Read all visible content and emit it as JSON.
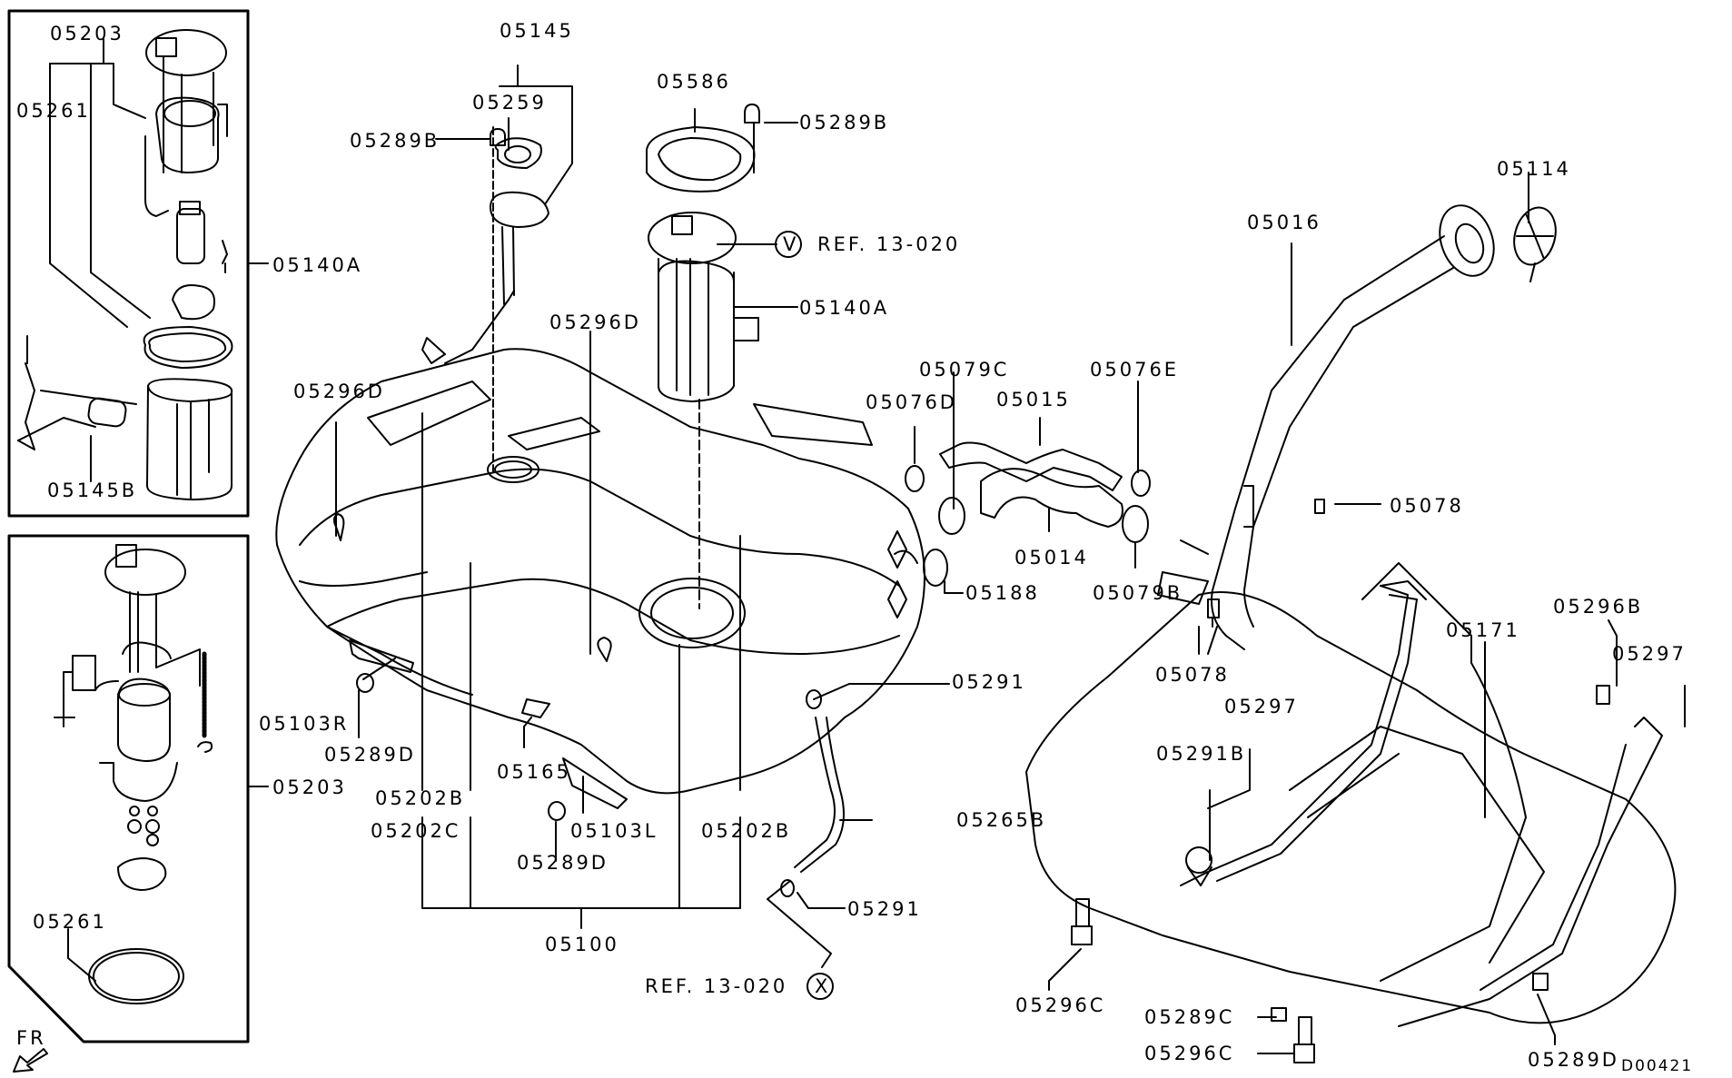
{
  "diagram": {
    "type": "exploded parts diagram",
    "subject": "Fuel tank assembly",
    "figure_code": "D00421",
    "direction_indicator": "FR",
    "refs": [
      {
        "marker": "V",
        "text": "REF. 13-020"
      },
      {
        "marker": "X",
        "text": "REF. 13-020"
      }
    ],
    "parts": [
      {
        "id": "p1",
        "code": "05203"
      },
      {
        "id": "p2",
        "code": "05261"
      },
      {
        "id": "p3",
        "code": "05140A"
      },
      {
        "id": "p4",
        "code": "05145B"
      },
      {
        "id": "p5",
        "code": "05203"
      },
      {
        "id": "p6",
        "code": "05261"
      },
      {
        "id": "p7",
        "code": "05145"
      },
      {
        "id": "p8",
        "code": "05259"
      },
      {
        "id": "p9",
        "code": "05289B"
      },
      {
        "id": "p10",
        "code": "05586"
      },
      {
        "id": "p11",
        "code": "05289B"
      },
      {
        "id": "p12",
        "code": "05140A"
      },
      {
        "id": "p13",
        "code": "05296D"
      },
      {
        "id": "p14",
        "code": "05296D"
      },
      {
        "id": "p15",
        "code": "05114"
      },
      {
        "id": "p16",
        "code": "05016"
      },
      {
        "id": "p17",
        "code": "05079C"
      },
      {
        "id": "p18",
        "code": "05076D"
      },
      {
        "id": "p19",
        "code": "05015"
      },
      {
        "id": "p20",
        "code": "05076E"
      },
      {
        "id": "p21",
        "code": "05078"
      },
      {
        "id": "p22",
        "code": "05014"
      },
      {
        "id": "p23",
        "code": "05188"
      },
      {
        "id": "p24",
        "code": "05079B"
      },
      {
        "id": "p25",
        "code": "05078"
      },
      {
        "id": "p26",
        "code": "05291"
      },
      {
        "id": "p27",
        "code": "05103R"
      },
      {
        "id": "p28",
        "code": "05289D"
      },
      {
        "id": "p29",
        "code": "05165"
      },
      {
        "id": "p30",
        "code": "05202B"
      },
      {
        "id": "p31",
        "code": "05202C"
      },
      {
        "id": "p32",
        "code": "05103L"
      },
      {
        "id": "p33",
        "code": "05202B"
      },
      {
        "id": "p34",
        "code": "05289D"
      },
      {
        "id": "p35",
        "code": "05265B"
      },
      {
        "id": "p36",
        "code": "05291"
      },
      {
        "id": "p37",
        "code": "05100"
      },
      {
        "id": "p38",
        "code": "05296B"
      },
      {
        "id": "p39",
        "code": "05171"
      },
      {
        "id": "p40",
        "code": "05297"
      },
      {
        "id": "p41",
        "code": "05297"
      },
      {
        "id": "p42",
        "code": "05291B"
      },
      {
        "id": "p43",
        "code": "05296C"
      },
      {
        "id": "p44",
        "code": "05289C"
      },
      {
        "id": "p45",
        "code": "05296C"
      },
      {
        "id": "p46",
        "code": "05289D"
      }
    ]
  }
}
